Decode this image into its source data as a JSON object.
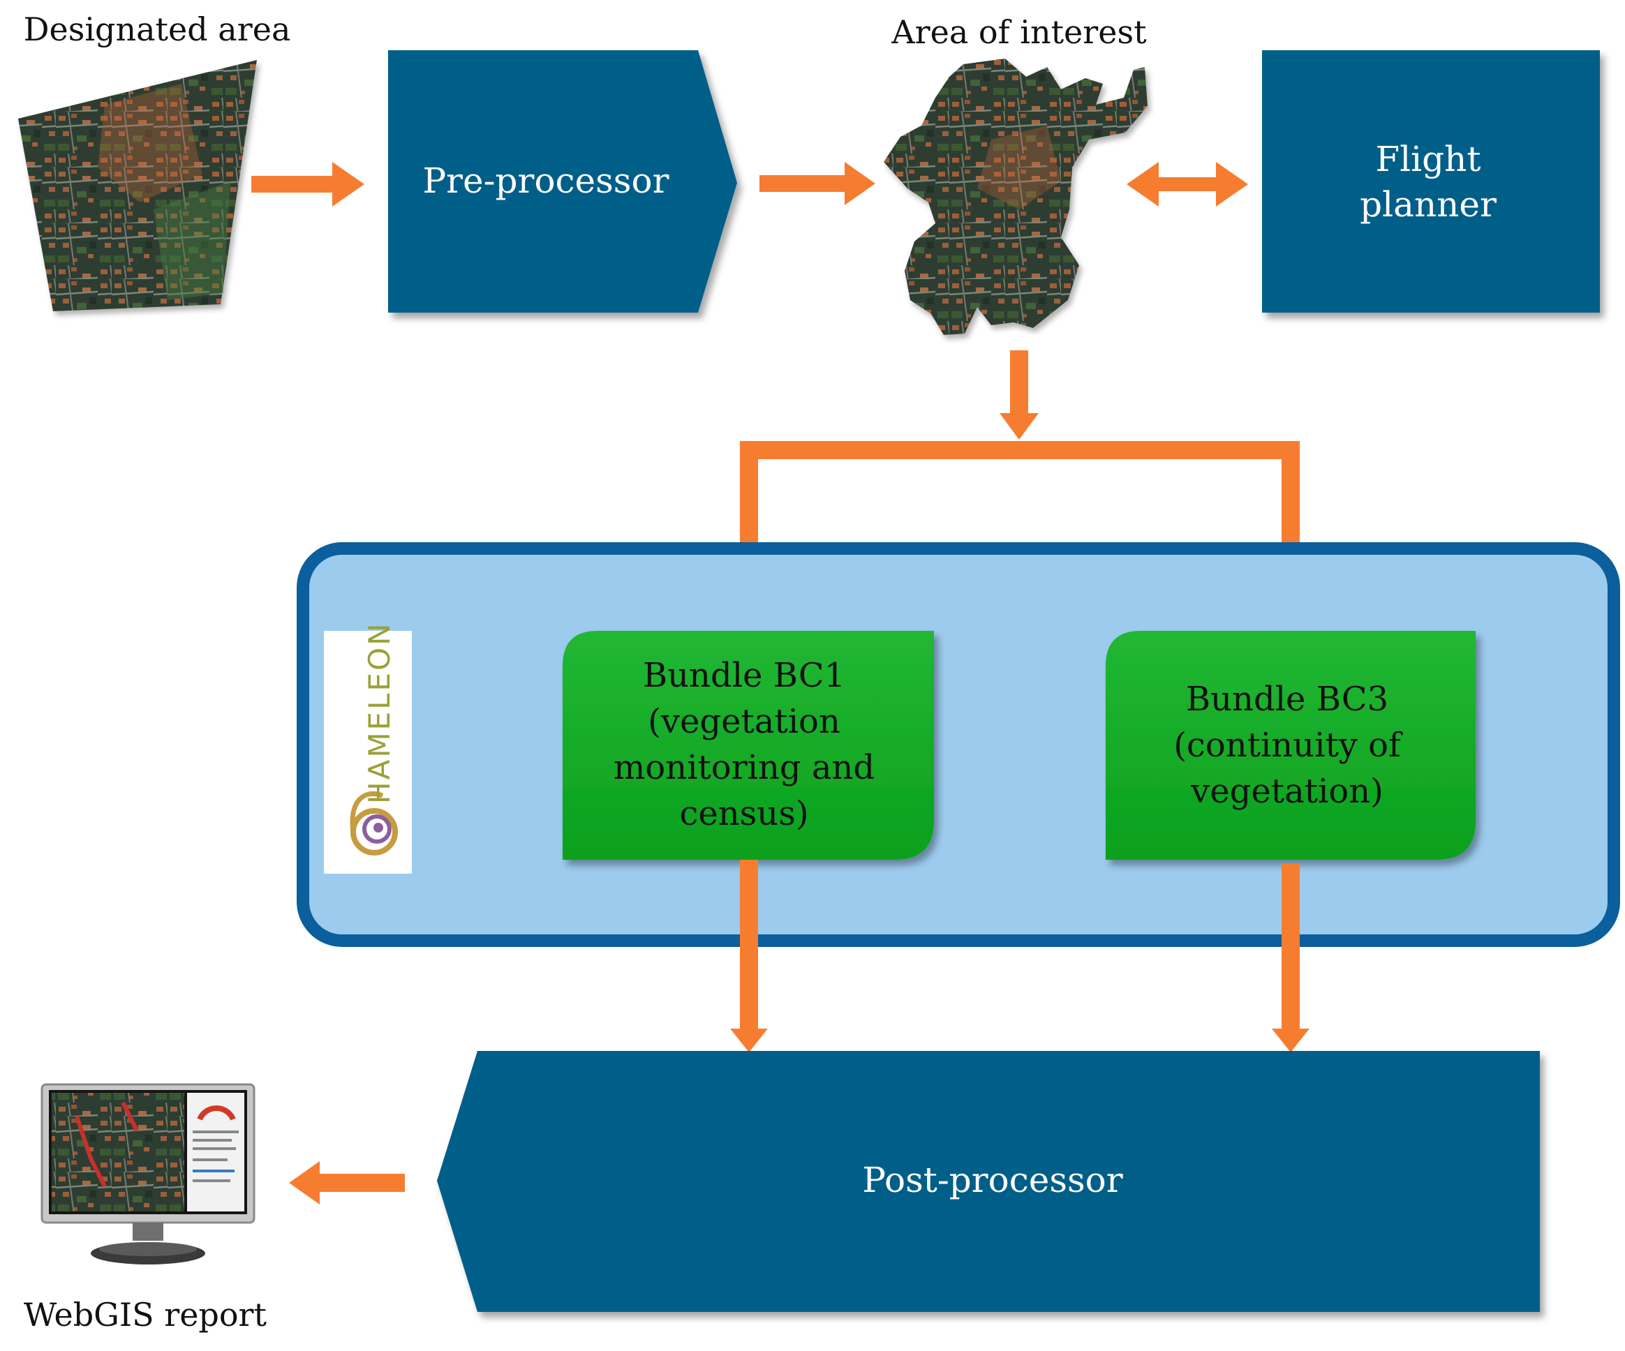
{
  "colors": {
    "process_box": "#035e89",
    "arrow": "#f67d30",
    "container_fill": "#9ccbee",
    "container_border": "#0a5f9c",
    "bundle_green_top": "#22b733",
    "bundle_green_bottom": "#0aa01d",
    "logo_swirl": "#8d5e9e",
    "logo_text": "#9aa136",
    "satellite_base": "#2f3b35",
    "roof_orange": "#c4673b"
  },
  "labels": {
    "designated_area": "Designated area",
    "area_of_interest": "Area of interest",
    "webgis_report": "WebGIS report"
  },
  "nodes": {
    "pre_processor": "Pre-processor",
    "flight_planner": [
      "Flight",
      "planner"
    ],
    "bundle_bc1": [
      "Bundle BC1",
      "(vegetation",
      "monitoring and",
      "census)"
    ],
    "bundle_bc3": [
      "Bundle BC3",
      "(continuity of",
      "vegetation)"
    ],
    "post_processor": "Post-processor"
  },
  "logo": {
    "text": "HAMELEON",
    "icon": "swirl-icon"
  },
  "icons": {
    "designated_area": "satellite-map-icon",
    "area_of_interest": "satellite-map-icon",
    "webgis_report": "monitor-icon"
  }
}
